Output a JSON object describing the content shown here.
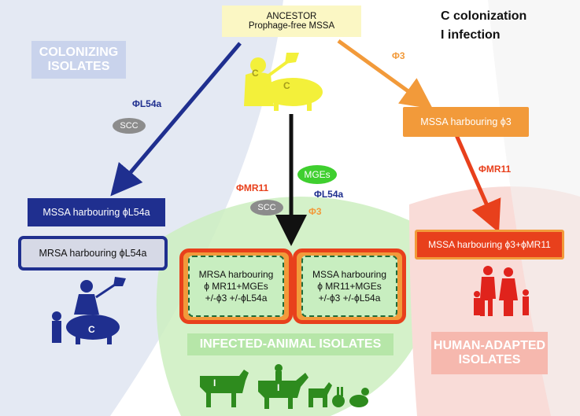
{
  "legend": {
    "line1": "C colonization",
    "line2": "I infection"
  },
  "ancestor": {
    "line1": "ANCESTOR",
    "line2": "Prophage-free MSSA"
  },
  "regions": {
    "colonizing": {
      "line1": "COLONIZING",
      "line2": "ISOLATES"
    },
    "infected": {
      "line1": "INFECTED-ANIMAL ISOLATES"
    },
    "human": {
      "line1": "HUMAN-ADAPTED",
      "line2": "ISOLATES"
    }
  },
  "labels": {
    "phi3_top": "Φ3",
    "phiL54a_left": "ΦL54a",
    "scc_left": "SCC",
    "mges": "MGEs",
    "phiMR11_center": "ΦMR11",
    "phiL54a_center": "ΦL54a",
    "scc_center": "SCC",
    "phi3_center": "Φ3",
    "phiMR11_right": "ΦMR11"
  },
  "boxes": {
    "mssa_phi3": "MSSA harbouring ϕ3",
    "mssa_L54a": "MSSA harbouring ϕL54a",
    "mrsa_L54a": "MRSA harbouring ϕL54a",
    "mssa_phi3_mr11": "MSSA harbouring ϕ3+ϕMR11",
    "mrsa_left": {
      "line1": "MRSA harbouring",
      "line2": "ϕ MR11+MGEs",
      "line3": "+/-ϕ3 +/-ϕL54a"
    },
    "mssa_right": {
      "line1": "MSSA harbouring",
      "line2": "ϕ MR11+MGEs",
      "line3": "+/-ϕ3 +/-ϕL54a"
    }
  },
  "icon_letters": {
    "farmer": "C",
    "pig": "C",
    "rider": "C",
    "horse": "I",
    "cattle": "I"
  },
  "colors": {
    "navy": "#1f2f8f",
    "orange": "#f29a3a",
    "red": "#e8401c",
    "green_region": "#cdeec0",
    "blue_region": "#e4e9f3",
    "pink_region": "#f9dcd8",
    "yellow_icon": "#f3f03a",
    "animal_green": "#2e8b1e",
    "human_red": "#e0231c"
  }
}
